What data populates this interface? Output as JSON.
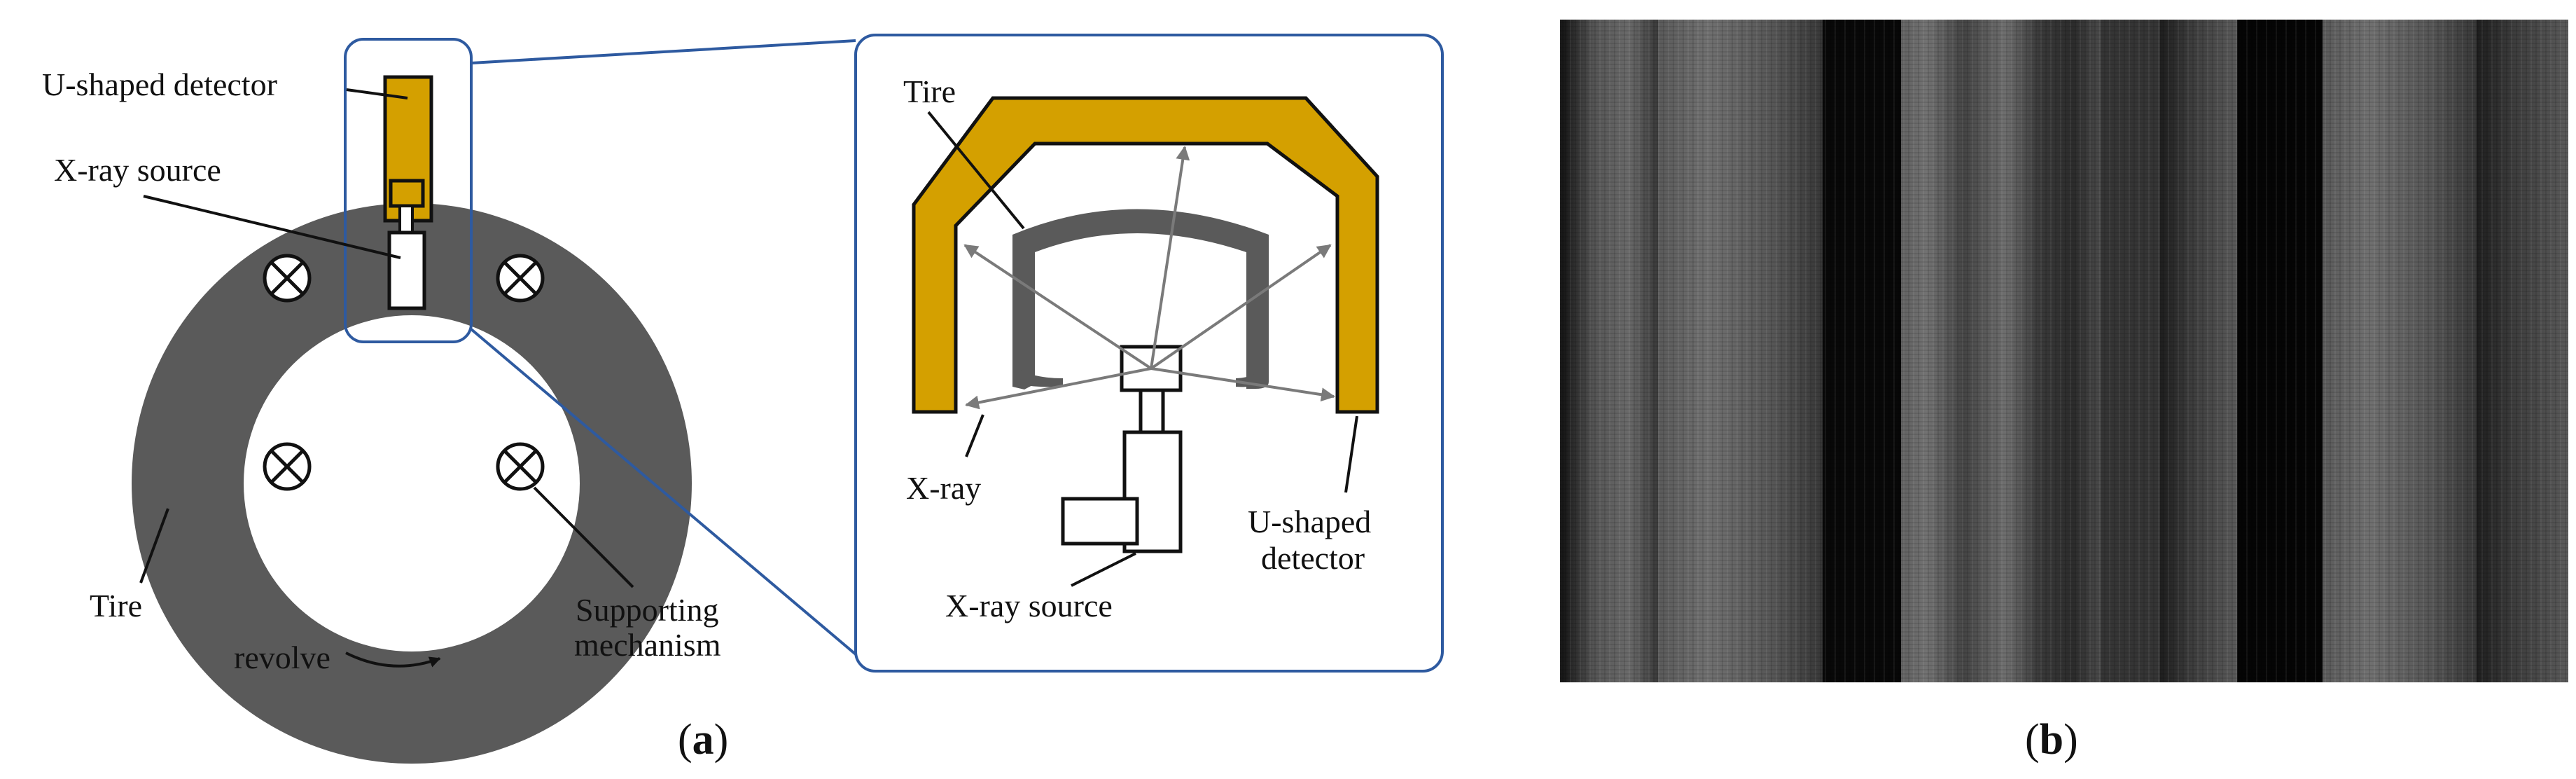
{
  "panel_a": {
    "labels": {
      "u_detector": "U-shaped detector",
      "xray_source": "X-ray source",
      "tire": "Tire",
      "revolve": "revolve",
      "supporting_1": "Supporting",
      "supporting_2": "mechanism"
    },
    "zoom_labels": {
      "tire": "Tire",
      "xray": "X-ray",
      "u_detector_1": "U-shaped",
      "u_detector_2": "detector",
      "xray_source": "X-ray source"
    },
    "caption_open": "(",
    "caption_letter": "a",
    "caption_close": ")"
  },
  "panel_b": {
    "caption_open": "(",
    "caption_letter": "b",
    "caption_close": ")"
  },
  "colors": {
    "detector_gold": "#D4A000",
    "tire_gray": "#5a5a5a",
    "zoom_frame_blue": "#2E5AA0",
    "ray_gray": "#7a7a7a"
  }
}
